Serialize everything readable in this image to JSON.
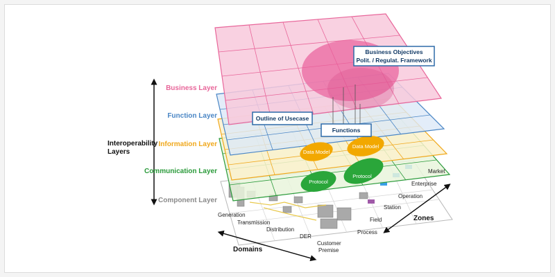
{
  "axis": {
    "interop_line1": "Interoperability",
    "interop_line2": "Layers",
    "domains": "Domains",
    "zones": "Zones"
  },
  "layers": {
    "business": "Business Layer",
    "function": "Function Layer",
    "information": "Information Layer",
    "communication": "Communication Layer",
    "component": "Component Layer"
  },
  "domains": {
    "generation": "Generation",
    "transmission": "Transmission",
    "distribution": "Distribution",
    "der": "DER",
    "customer_line1": "Customer",
    "customer_line2": "Premise"
  },
  "zones": {
    "market": "Market",
    "enterprise": "Enterprise",
    "operation": "Operation",
    "station": "Station",
    "field": "Field",
    "process": "Process"
  },
  "callouts": {
    "business_line1": "Business Objectives",
    "business_line2": "Polit. / Regulat. Framework",
    "usecase": "Outline of Usecase",
    "functions": "Functions"
  },
  "ovals": {
    "data_model_1": "Data Model",
    "data_model_2": "Data Model",
    "protocol_1": "Protocol",
    "protocol_2": "Protocol"
  },
  "colors": {
    "business": "#e8669a",
    "function": "#4a86c5",
    "information": "#f0a81c",
    "communication": "#2a9a3a",
    "component": "#8a8a8a",
    "box_border": "#2d6aa8",
    "oval_info": "#f2a800",
    "oval_comm": "#2aa63a"
  }
}
